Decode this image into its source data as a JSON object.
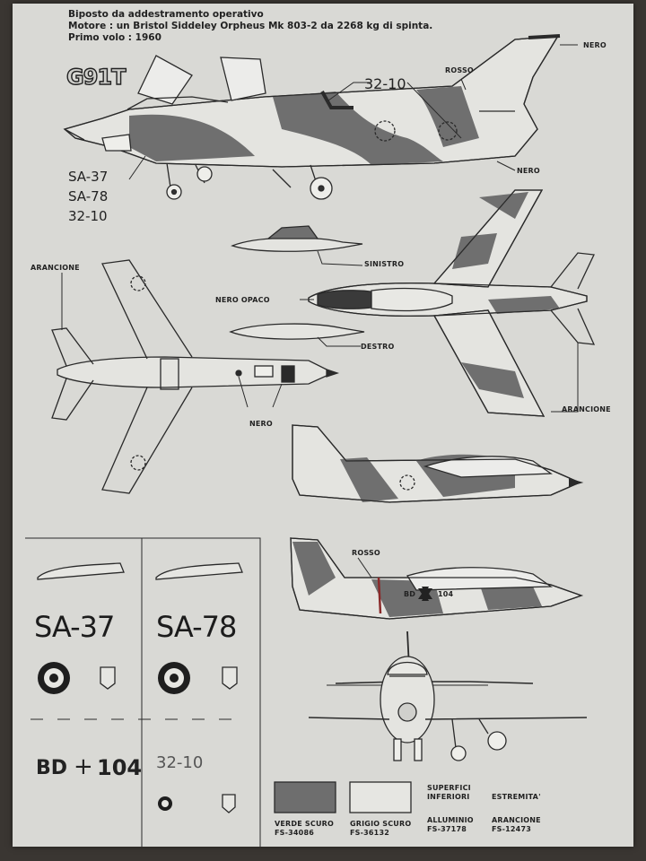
{
  "header": {
    "line1": "Biposto da addestramento operativo",
    "line2": "Motore : un Bristol Siddeley Orpheus Mk 803-2 da 2268 kg di spinta.",
    "line3": "Primo volo : 1960"
  },
  "logo": "G91T",
  "labels": {
    "nero_top": "NERO",
    "rosso_top": "ROSSO",
    "serial_top": "32-10",
    "nero_fin": "NERO",
    "codes": [
      "SA-37",
      "SA-78",
      "32-10"
    ],
    "sinistro": "SINISTRO",
    "arancione_left": "ARANCIONE",
    "nero_opaco": "NERO OPACO",
    "destro": "DESTRO",
    "nero_mid": "NERO",
    "arancione_right": "ARANCIONE",
    "rosso_bottom": "ROSSO",
    "bd_small": "BD",
    "n104_small": "104"
  },
  "decals": {
    "sa37": "SA-37",
    "sa78": "SA-78",
    "bd": "BD",
    "plus": "+",
    "n104": "104",
    "n3210": "32-10"
  },
  "legend": [
    {
      "name": "VERDE SCURO",
      "code": "FS-34086",
      "color": "#6e6e6e"
    },
    {
      "name": "GRIGIO SCURO",
      "code": "FS-36132",
      "color": "#e6e6e2"
    },
    {
      "name": "ALLUMINIO",
      "code": "FS-37178",
      "note": "SUPERFICI INFERIORI"
    },
    {
      "name": "ARANCIONE",
      "code": "FS-12473",
      "note": "ESTREMITA'"
    }
  ]
}
